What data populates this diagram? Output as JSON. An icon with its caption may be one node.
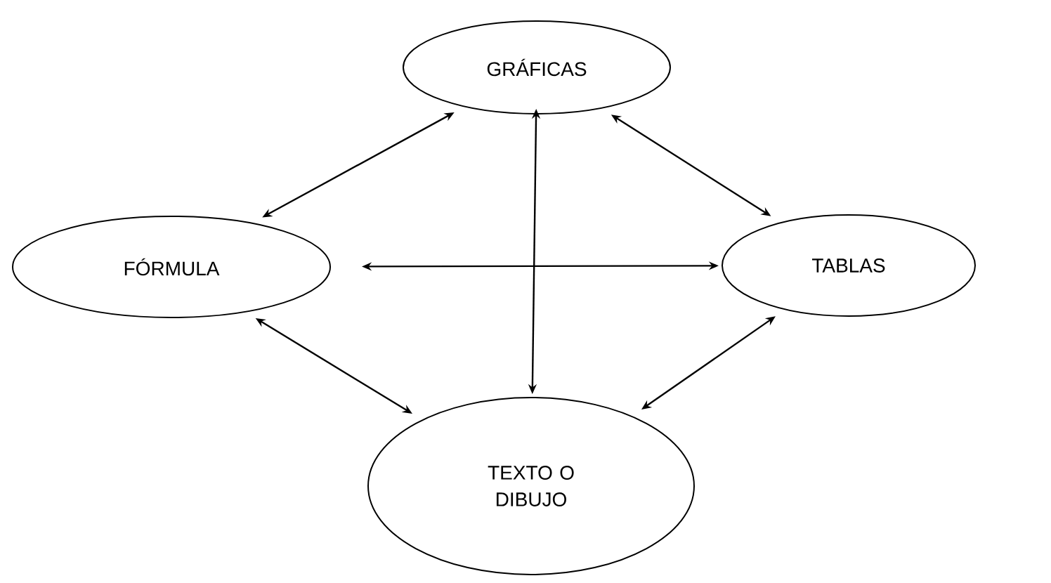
{
  "diagram": {
    "nodes": [
      {
        "text": [
          "GRÁFICAS"
        ]
      },
      {
        "text": [
          "FÓRMULA"
        ]
      },
      {
        "text": [
          "TABLAS"
        ]
      },
      {
        "text": [
          "TEXTO O DIBUJO"
        ]
      }
    ],
    "edges": [
      {
        "from": 0,
        "to": 1,
        "arrow": "both"
      },
      {
        "from": 0,
        "to": 2,
        "arrow": "both"
      },
      {
        "from": 0,
        "to": 3,
        "arrow": "both"
      },
      {
        "from": 1,
        "to": 2,
        "arrow": "both"
      },
      {
        "from": 1,
        "to": 3,
        "arrow": "both"
      },
      {
        "from": 2,
        "to": 3,
        "arrow": "both"
      }
    ]
  }
}
